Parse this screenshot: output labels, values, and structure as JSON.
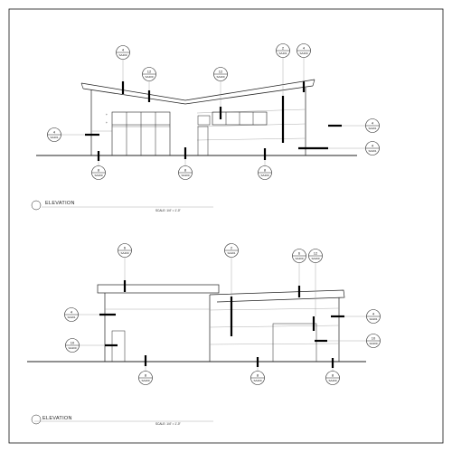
{
  "elevations": [
    {
      "title": "ELEVATION",
      "scale": "SCALE: 1/4\" = 1'-0\"",
      "tags": [
        {
          "num": "4",
          "sheet": "SA400"
        },
        {
          "num": "12",
          "sheet": "SA400"
        },
        {
          "num": "12",
          "sheet": "SA400"
        },
        {
          "num": "2",
          "sheet": "SA401"
        },
        {
          "num": "4",
          "sheet": "SA400"
        },
        {
          "num": "4",
          "sheet": "SA401"
        },
        {
          "num": "4",
          "sheet": "SA401"
        },
        {
          "num": "4",
          "sheet": "SA401"
        },
        {
          "num": "8",
          "sheet": "SA400"
        },
        {
          "num": "8",
          "sheet": "SA400"
        },
        {
          "num": "8",
          "sheet": "SA400"
        }
      ]
    },
    {
      "title": "ELEVATION",
      "scale": "SCALE: 1/4\" = 1'-0\"",
      "tags": [
        {
          "num": "6",
          "sheet": "SA400"
        },
        {
          "num": "2",
          "sheet": "SA401"
        },
        {
          "num": "6",
          "sheet": "SA400"
        },
        {
          "num": "12",
          "sheet": "SA400"
        },
        {
          "num": "4",
          "sheet": "SA401"
        },
        {
          "num": "10",
          "sheet": "SA400"
        },
        {
          "num": "4",
          "sheet": "SA401"
        },
        {
          "num": "10",
          "sheet": "SA400"
        },
        {
          "num": "8",
          "sheet": "SA400"
        },
        {
          "num": "8",
          "sheet": "SA400"
        },
        {
          "num": "8",
          "sheet": "SA400"
        }
      ]
    }
  ]
}
